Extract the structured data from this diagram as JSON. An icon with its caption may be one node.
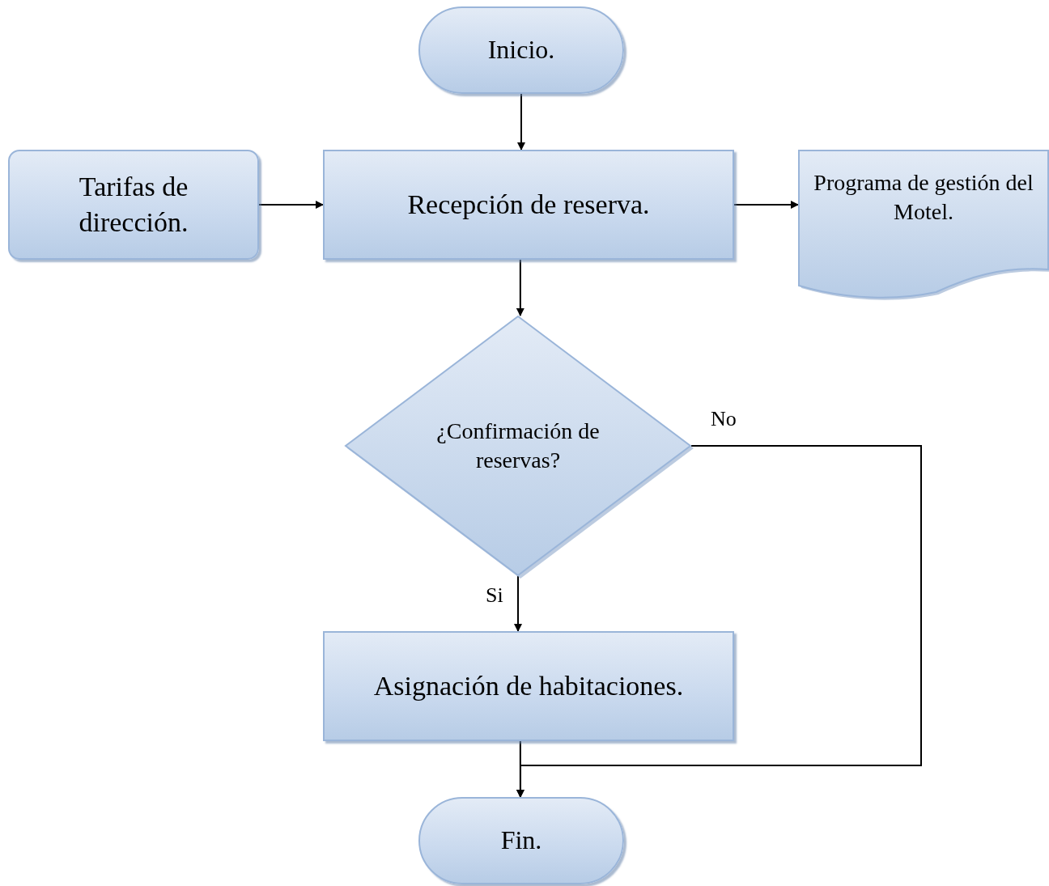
{
  "diagram": {
    "nodes": [
      {
        "text": [
          "Inicio."
        ]
      },
      {
        "text": [
          "Tarifas de dirección."
        ]
      },
      {
        "text": [
          "Recepción de reserva."
        ]
      },
      {
        "text": [
          "Programa de gestión del Motel."
        ]
      },
      {
        "text": [
          "¿Confirmación de reservas?"
        ]
      },
      {
        "text": [
          "Asignación de habitaciones."
        ]
      },
      {
        "text": [
          "Fin."
        ]
      }
    ],
    "edges": [
      {
        "from": 0,
        "to": 2,
        "arrow": "to"
      },
      {
        "from": 1,
        "to": 2,
        "arrow": "to"
      },
      {
        "from": 2,
        "to": 3,
        "arrow": "to"
      },
      {
        "from": 2,
        "to": 4,
        "arrow": "to"
      },
      {
        "from": 4,
        "to": 5,
        "arrow": "to",
        "label": "Si"
      },
      {
        "from": 4,
        "to": 6,
        "arrow": "to",
        "label": "No"
      },
      {
        "from": 5,
        "to": 6,
        "arrow": "to"
      }
    ]
  }
}
